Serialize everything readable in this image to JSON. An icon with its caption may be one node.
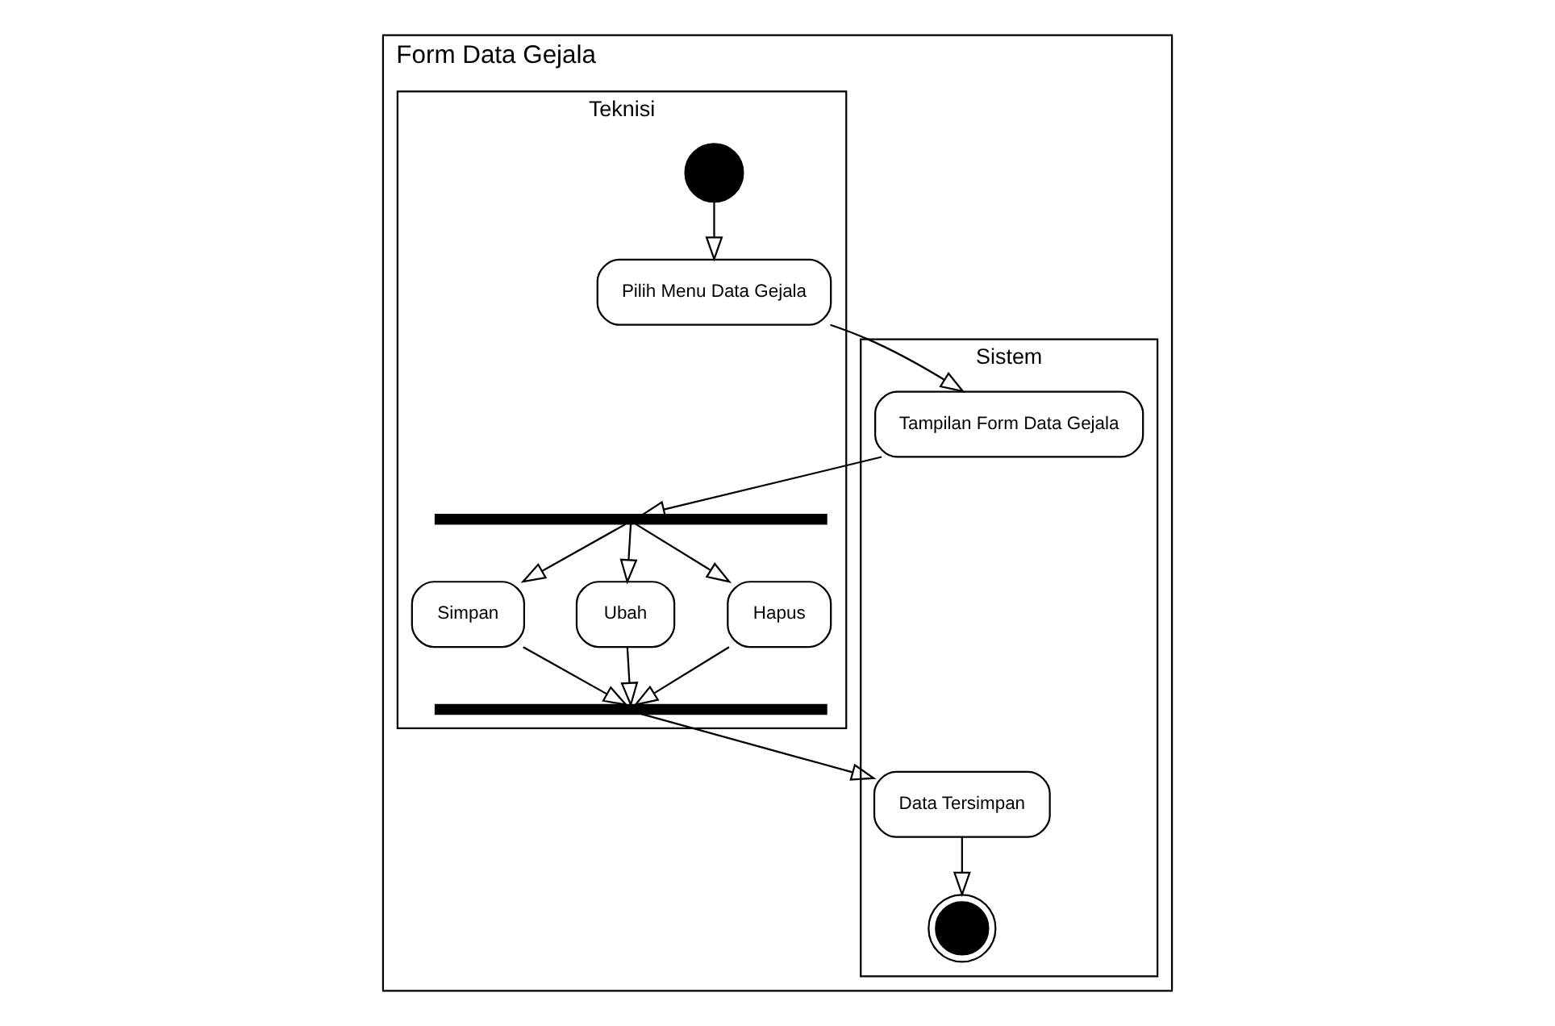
{
  "diagram": {
    "nodes": [
      {
        "text": [
          "Form Data Gejala"
        ]
      },
      {
        "text": [
          "Teknisi"
        ],
        "in": 0
      },
      {
        "text": [
          "Sistem"
        ],
        "in": 0
      },
      {
        "text": [],
        "shape": "circle",
        "in": 1
      },
      {
        "text": [
          "Pilih Menu Data Gejala"
        ],
        "in": 1
      },
      {
        "text": [
          "Tampilan Form Data Gejala"
        ],
        "in": 2
      },
      {
        "text": [],
        "shape": "bar",
        "in": 1
      },
      {
        "text": [
          "Simpan"
        ],
        "in": 1
      },
      {
        "text": [
          "Ubah"
        ],
        "in": 1
      },
      {
        "text": [
          "Hapus"
        ],
        "in": 1
      },
      {
        "text": [],
        "shape": "bar",
        "in": 1
      },
      {
        "text": [
          "Data Tersimpan"
        ],
        "in": 2
      },
      {
        "text": [],
        "shape": "bullseye",
        "in": 2
      }
    ],
    "edges": [
      {
        "from": 3,
        "to": 4,
        "arrow": "to"
      },
      {
        "from": 4,
        "to": 5,
        "arrow": "to"
      },
      {
        "from": 5,
        "to": 6,
        "arrow": "to"
      },
      {
        "from": 6,
        "to": 7,
        "arrow": "to"
      },
      {
        "from": 6,
        "to": 8,
        "arrow": "to"
      },
      {
        "from": 6,
        "to": 9,
        "arrow": "to"
      },
      {
        "from": 7,
        "to": 10,
        "arrow": "to"
      },
      {
        "from": 8,
        "to": 10,
        "arrow": "to"
      },
      {
        "from": 9,
        "to": 10,
        "arrow": "to"
      },
      {
        "from": 10,
        "to": 11,
        "arrow": "to"
      },
      {
        "from": 11,
        "to": 12,
        "arrow": "to"
      }
    ]
  }
}
